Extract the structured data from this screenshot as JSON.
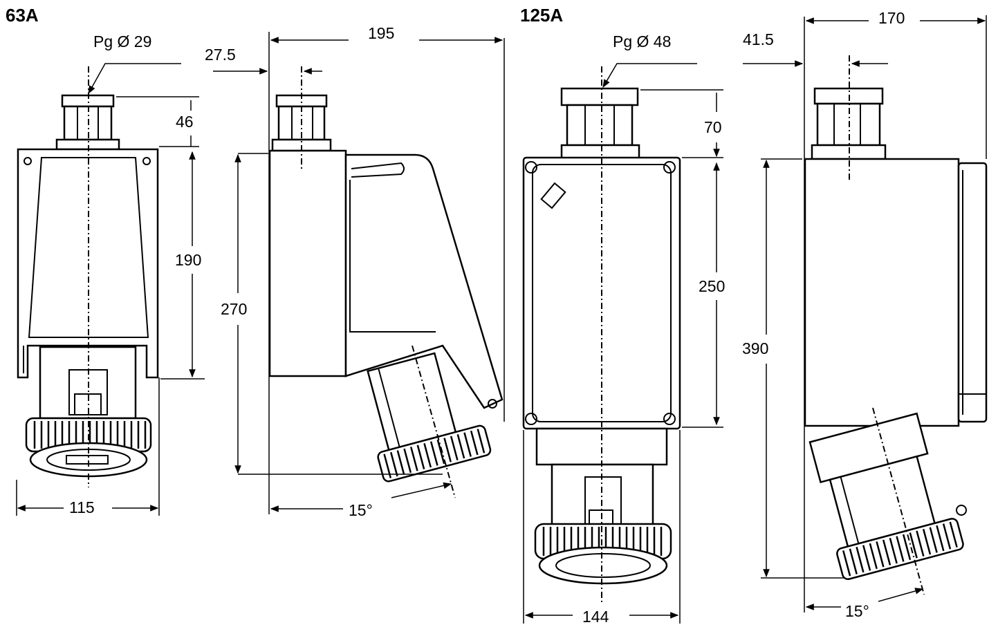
{
  "titles": {
    "left": "63A",
    "right": "125A"
  },
  "dimensions_63A": {
    "pg": "Pg Ø 29",
    "d_27_5": "27.5",
    "d_195": "195",
    "d_46": "46",
    "d_190": "190",
    "d_270": "270",
    "d_115": "115",
    "angle": "15°"
  },
  "dimensions_125A": {
    "pg": "Pg Ø 48",
    "d_41_5": "41.5",
    "d_170": "170",
    "d_70": "70",
    "d_250": "250",
    "d_390": "390",
    "d_144": "144",
    "angle": "15°"
  }
}
